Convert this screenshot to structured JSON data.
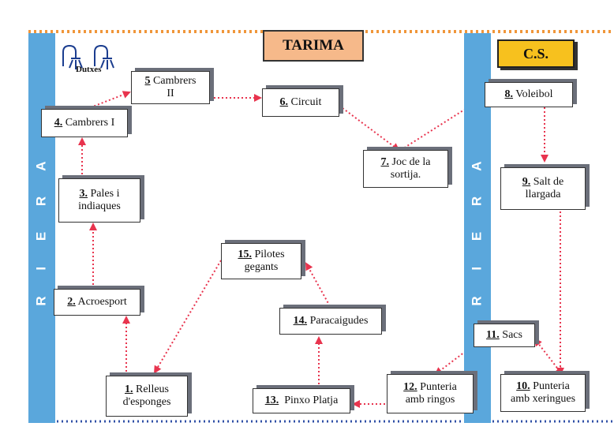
{
  "header": {
    "tarima": "TARIMA",
    "cs": "C.S."
  },
  "riera": {
    "left": "R I E R A",
    "right": "R I E R A"
  },
  "logo": {
    "label": "Dutxes",
    "icon": "shower-icon"
  },
  "colors": {
    "riera": "#5aa7dc",
    "tarima_bg": "#f6b98a",
    "cs_bg": "#f7c11e",
    "border_top": "#f0963a",
    "border_bottom": "#2f4fa6",
    "arrow": "#e8344e",
    "box_shadow": "#6b6f7a"
  },
  "stations": [
    {
      "id": 1,
      "num": "1.",
      "lines": [
        "Relleus",
        "d'esponges"
      ]
    },
    {
      "id": 2,
      "num": "2.",
      "lines": [
        "Acroesport"
      ]
    },
    {
      "id": 3,
      "num": "3.",
      "lines": [
        "Pales i",
        "indiaques"
      ]
    },
    {
      "id": 4,
      "num": "4.",
      "lines": [
        "Cambrers I"
      ]
    },
    {
      "id": 5,
      "num": "5",
      "lines": [
        "Cambrers",
        "II"
      ]
    },
    {
      "id": 6,
      "num": "6.",
      "lines": [
        "Circuit"
      ]
    },
    {
      "id": 7,
      "num": "7.",
      "lines": [
        "Joc de la",
        "sortija."
      ]
    },
    {
      "id": 8,
      "num": "8.",
      "lines": [
        "Voleibol"
      ]
    },
    {
      "id": 9,
      "num": "9.",
      "lines": [
        "Salt de",
        "llargada"
      ]
    },
    {
      "id": 10,
      "num": "10.",
      "lines": [
        "Punteria",
        "amb xeringues"
      ]
    },
    {
      "id": 11,
      "num": "11.",
      "lines": [
        "Sacs"
      ]
    },
    {
      "id": 12,
      "num": "12.",
      "lines": [
        "Punteria",
        "amb ringos"
      ]
    },
    {
      "id": 13,
      "num": "13.",
      "lines": [
        "Pinxo Platja"
      ]
    },
    {
      "id": 14,
      "num": "14.",
      "lines": [
        "Paracaigudes"
      ]
    },
    {
      "id": 15,
      "num": "15.",
      "lines": [
        "Pilotes",
        "gegants"
      ]
    }
  ]
}
